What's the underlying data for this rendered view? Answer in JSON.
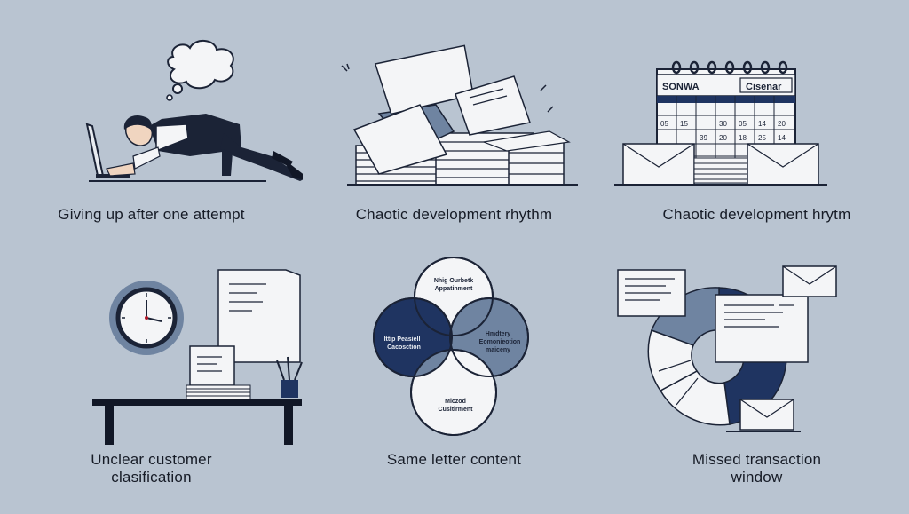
{
  "panels": [
    {
      "caption_lines": [
        "Giving up after one attempt"
      ]
    },
    {
      "caption_lines": [
        "Chaotic development rhythm"
      ]
    },
    {
      "caption_lines": [
        "Chaotic development hrytm"
      ],
      "calendar_labels": [
        "SONWA",
        "Cisenar"
      ],
      "calendar_numbers": [
        "05",
        "15",
        "30",
        "05",
        "14",
        "20",
        "39",
        "20",
        "18",
        "25",
        "14"
      ]
    },
    {
      "caption_lines": [
        "Unclear customer",
        "clasification"
      ]
    },
    {
      "caption_lines": [
        "Same letter content"
      ],
      "venn_labels": {
        "top": [
          "Nhig Ourbetk",
          "Appatinment"
        ],
        "left": [
          "Ittip Peasiell",
          "Cacosction"
        ],
        "right": [
          "Hmdtery",
          "Eomonieotion",
          "maiceny"
        ],
        "bottom": [
          "Miczod",
          "Cusitirment"
        ]
      }
    },
    {
      "caption_lines": [
        "Missed transaction",
        "window"
      ]
    }
  ],
  "colors": {
    "background": "#b9c4d1",
    "navy": "#1f3461",
    "slate": "#6f84a1",
    "ink": "#161b26",
    "paper": "#f4f5f7"
  }
}
